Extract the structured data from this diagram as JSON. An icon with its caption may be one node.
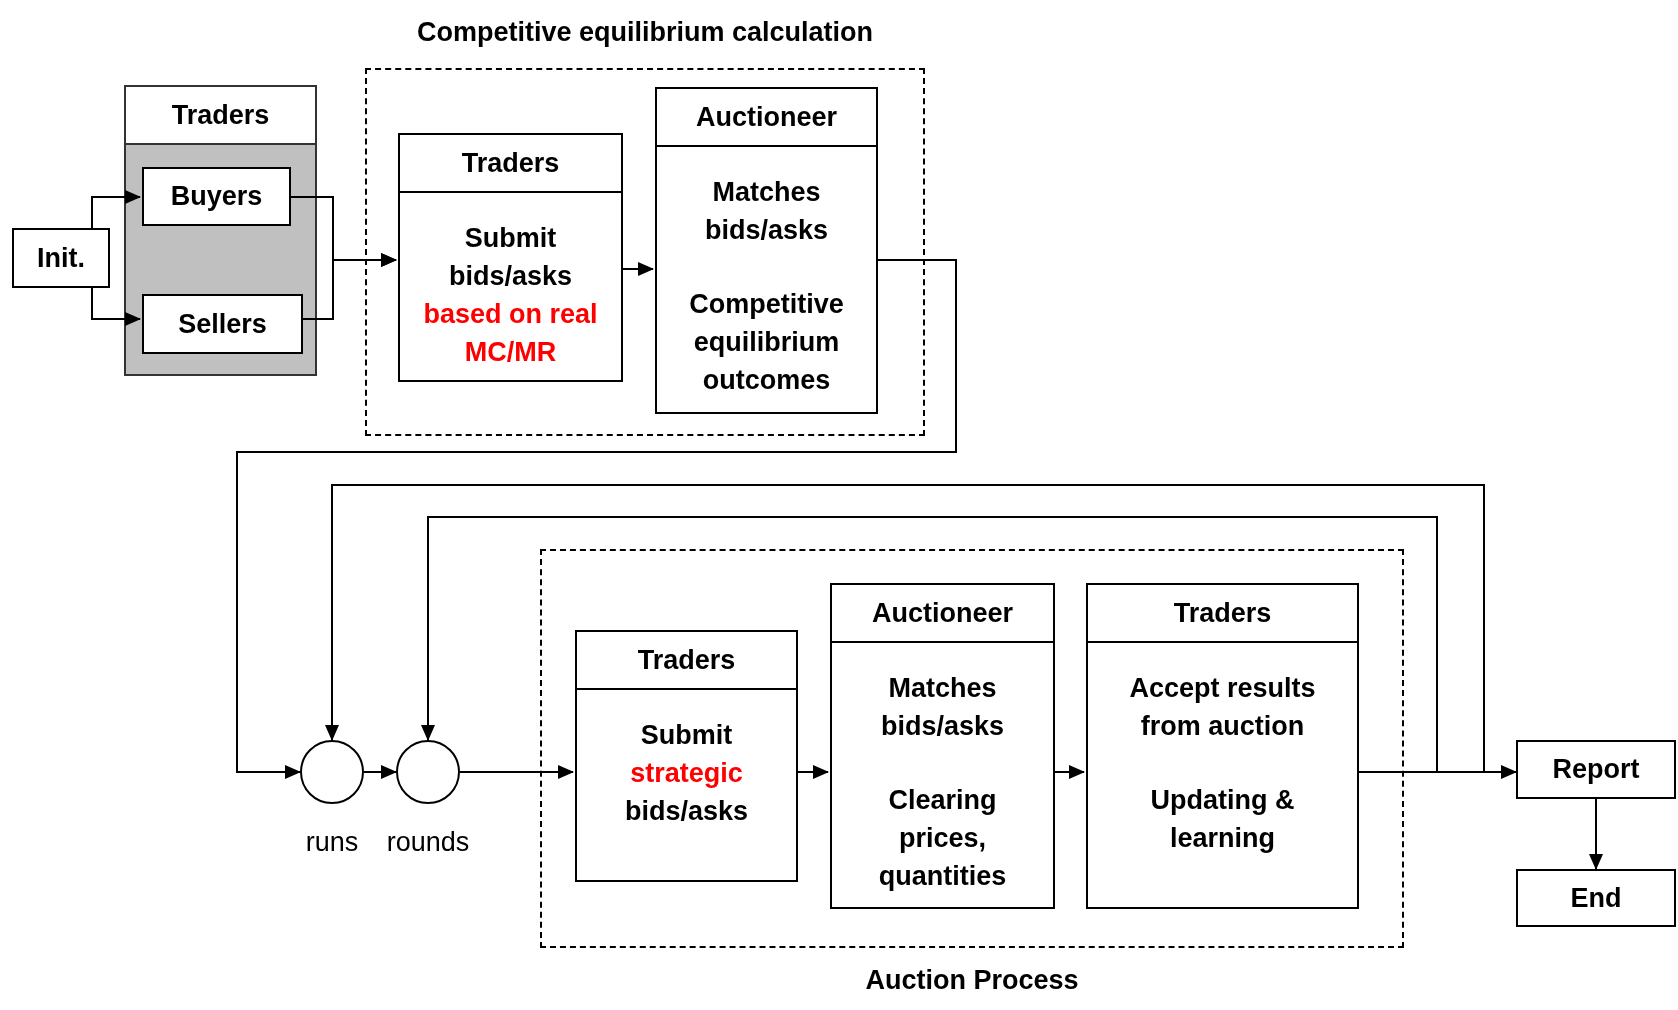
{
  "diagram": {
    "nodes": [
      {
        "text": [
          "Init."
        ]
      },
      {
        "text": [
          "Traders"
        ]
      },
      {
        "text": [
          "Buyers"
        ],
        "in": 1
      },
      {
        "text": [
          "Sellers"
        ],
        "in": 1
      },
      {
        "text": [
          "Competitive equilibrium calculation"
        ]
      },
      {
        "text": [
          "Traders",
          "Submit bids/asks *based on real MC/MR*"
        ],
        "in": 4
      },
      {
        "text": [
          "Auctioneer",
          "Matches bids/asks",
          "Competitive equilibrium outcomes"
        ],
        "in": 4
      },
      {
        "text": [],
        "shape": "circle",
        "beside": [
          "runs"
        ]
      },
      {
        "text": [],
        "shape": "circle",
        "beside": [
          "rounds"
        ]
      },
      {
        "text": [
          "Auction Process"
        ]
      },
      {
        "text": [
          "Traders",
          "Submit *strategic* bids/asks"
        ],
        "in": 9
      },
      {
        "text": [
          "Auctioneer",
          "Matches bids/asks",
          "Clearing prices, quantities"
        ],
        "in": 9
      },
      {
        "text": [
          "Traders",
          "Accept results from auction",
          "Updating & learning"
        ],
        "in": 9
      },
      {
        "text": [
          "Report"
        ]
      },
      {
        "text": [
          "End"
        ]
      }
    ],
    "edges": [
      {
        "from": 0,
        "to": 2,
        "arrow": "to"
      },
      {
        "from": 0,
        "to": 3,
        "arrow": "to"
      },
      {
        "from": 2,
        "to": 5,
        "arrow": "to"
      },
      {
        "from": 3,
        "to": 5,
        "arrow": "to"
      },
      {
        "from": 5,
        "to": 6,
        "arrow": "to"
      },
      {
        "from": 6,
        "to": 7,
        "arrow": "to"
      },
      {
        "from": 7,
        "to": 8,
        "arrow": "to"
      },
      {
        "from": 8,
        "to": 10,
        "arrow": "to"
      },
      {
        "from": 10,
        "to": 11,
        "arrow": "to"
      },
      {
        "from": 11,
        "to": 12,
        "arrow": "to"
      },
      {
        "from": 12,
        "to": 13,
        "arrow": "to"
      },
      {
        "from": 12,
        "to": 7,
        "arrow": "to"
      },
      {
        "from": 12,
        "to": 8,
        "arrow": "to"
      },
      {
        "from": 13,
        "to": 14,
        "arrow": "to"
      }
    ]
  }
}
